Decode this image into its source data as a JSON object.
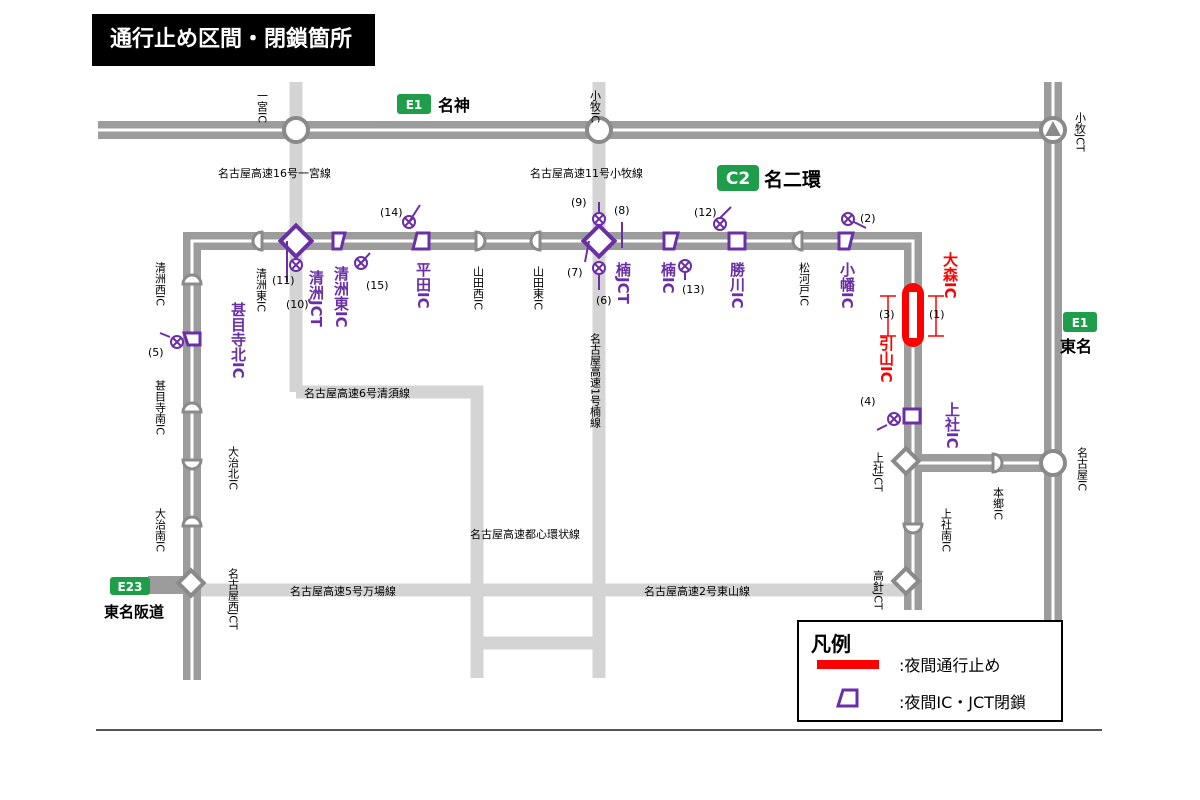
{
  "title": "通行止め区間・閉鎖箇所",
  "route_badges": {
    "e1_meishin": {
      "code": "E1",
      "name": "名神"
    },
    "c2": {
      "code": "C2",
      "name": "名二環"
    },
    "e1_tomei": {
      "code": "E1",
      "name": "東名"
    },
    "e23": {
      "code": "E23",
      "name": "東名阪道"
    }
  },
  "lines": {
    "route16": "名古屋高速16号一宮線",
    "route11": "名古屋高速11号小牧線",
    "route6": "名古屋高速6号清須線",
    "route1": "名古屋高速1号楠線",
    "toshin": "名古屋高速都心環状線",
    "route5": "名古屋高速5号万場線",
    "route2": "名古屋高速2号東山線"
  },
  "interchanges": {
    "ichinomiya": "一宮IC",
    "komaki_ic": "小牧IC",
    "komaki_jct": "小牧JCT",
    "kiyosu_nishi": "清洲西IC",
    "kiyosu_higashi_small": "清洲東IC",
    "kiyosu_jct": "清洲JCT",
    "kiyosu_higashi": "清洲東IC",
    "hirata": "平田IC",
    "yamada_nishi": "山田西IC",
    "yamada_higashi": "山田東IC",
    "kusu_jct": "楠JCT",
    "kusu_ic": "楠IC",
    "kachigawa": "勝川IC",
    "matsukawado": "松河戸IC",
    "kobata": "小幡IC",
    "omori": "大森IC",
    "hikiyama": "引山IC",
    "kamiyashiro_ic": "上社IC",
    "kamiyashiro_jct": "上社JCT",
    "kamiyashiro_minami": "上社南IC",
    "hongo": "本郷IC",
    "nagoya_ic": "名古屋IC",
    "takabari_jct": "高針JCT",
    "jimokuji_kita": "甚目寺北IC",
    "jimokuji_minami": "甚目寺南IC",
    "oharu_kita": "大治北IC",
    "oharu_minami": "大治南IC",
    "nagoya_nishi_jct": "名古屋西JCT"
  },
  "markers": [
    "(1)",
    "(2)",
    "(3)",
    "(4)",
    "(5)",
    "(6)",
    "(7)",
    "(8)",
    "(9)",
    "(10)",
    "(11)",
    "(12)",
    "(13)",
    "(14)",
    "(15)"
  ],
  "legend": {
    "title": "凡例",
    "night_closure_road": ":夜間通行止め",
    "night_closure_ic": ":夜間IC・JCT閉鎖"
  },
  "colors": {
    "closure_red": "#ff0000",
    "closed_ic_purple": "#6a2fa6",
    "road_gray": "#999999",
    "expressway_green": "#1e9e4a"
  }
}
